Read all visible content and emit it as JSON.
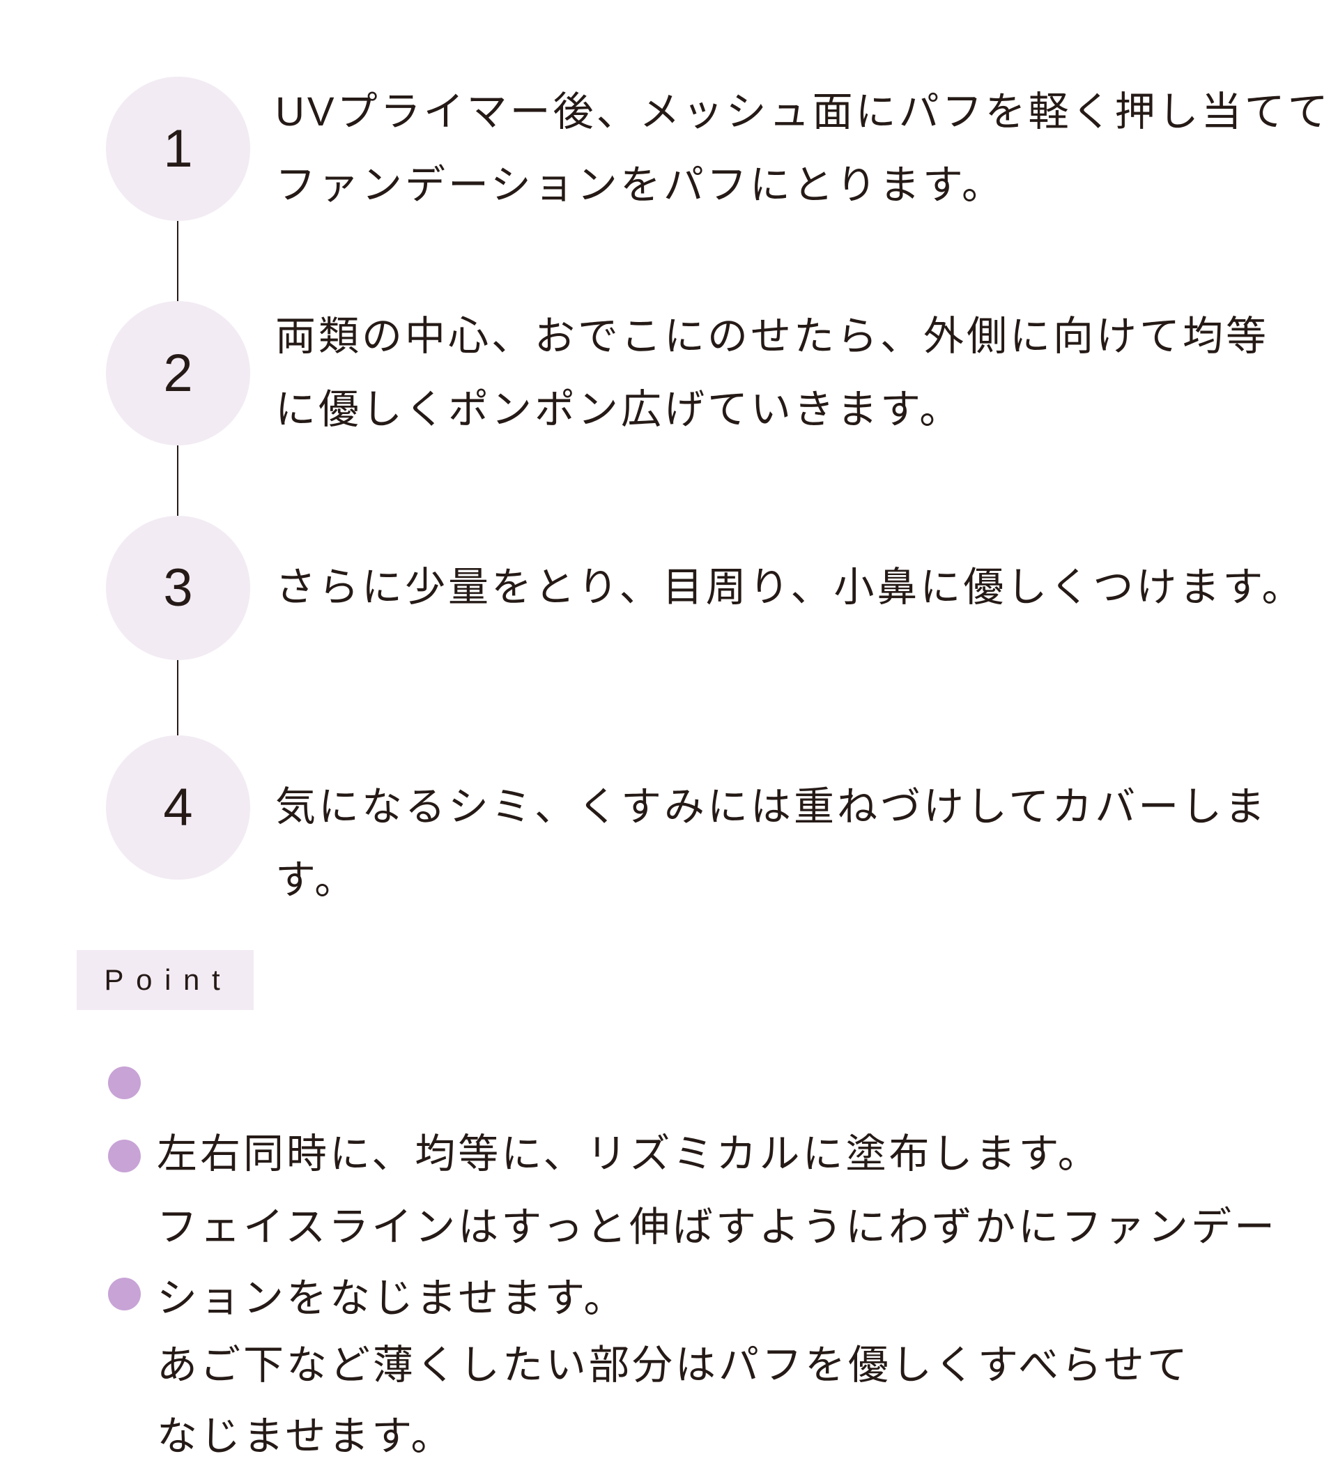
{
  "colors": {
    "ink": "#251a16",
    "accent-bg": "#f2ebf3",
    "bullet": "#c8a3d6",
    "page-bg": "#ffffff"
  },
  "steps": [
    {
      "number": "1",
      "lines": [
        "UVプライマー後、メッシュ面にパフを軽く押し当てて",
        "ファンデーションをパフにとります。"
      ]
    },
    {
      "number": "2",
      "lines": [
        "両類の中心、おでこにのせたら、外側に向けて均等",
        "に優しくポンポン広げていきます。"
      ]
    },
    {
      "number": "3",
      "lines": [
        "さらに少量をとり、目周り、小鼻に優しくつけます。"
      ]
    },
    {
      "number": "4",
      "lines": [
        "気になるシミ、くすみには重ねづけしてカバーします。"
      ]
    }
  ],
  "point": {
    "label": "Point",
    "items": [
      {
        "lines": [
          "左右同時に、均等に、リズミカルに塗布します。"
        ]
      },
      {
        "lines": [
          "フェイスラインはすっと伸ばすようにわずかにファンデー",
          "ションをなじませます。"
        ]
      },
      {
        "lines": [
          "あご下など薄くしたい部分はパフを優しくすべらせて",
          "なじませます。"
        ]
      }
    ]
  }
}
